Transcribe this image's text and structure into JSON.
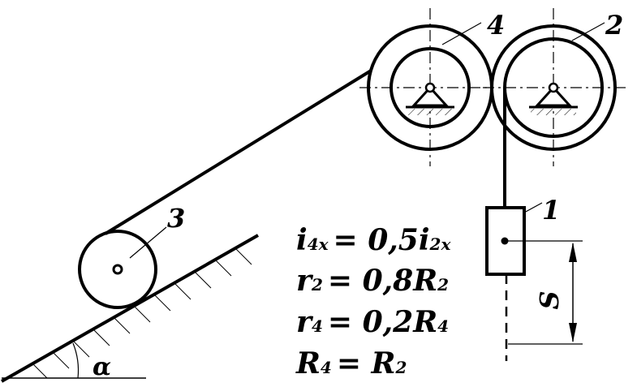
{
  "labels": {
    "body1": "1",
    "body2": "2",
    "body3": "3",
    "body4": "4",
    "displacement": "S",
    "angle": "α"
  },
  "equations": [
    {
      "lhs": "i",
      "lhs_sub": "4x",
      "rhs": "= 0,5i",
      "rhs_sub": "2x"
    },
    {
      "lhs": "r",
      "lhs_sub": "2",
      "rhs": "= 0,8R",
      "rhs_sub": "2"
    },
    {
      "lhs": "r",
      "lhs_sub": "4",
      "rhs": "= 0,2R",
      "rhs_sub": "4"
    },
    {
      "lhs": "R",
      "lhs_sub": "4",
      "rhs": "= R",
      "rhs_sub": "2"
    }
  ]
}
